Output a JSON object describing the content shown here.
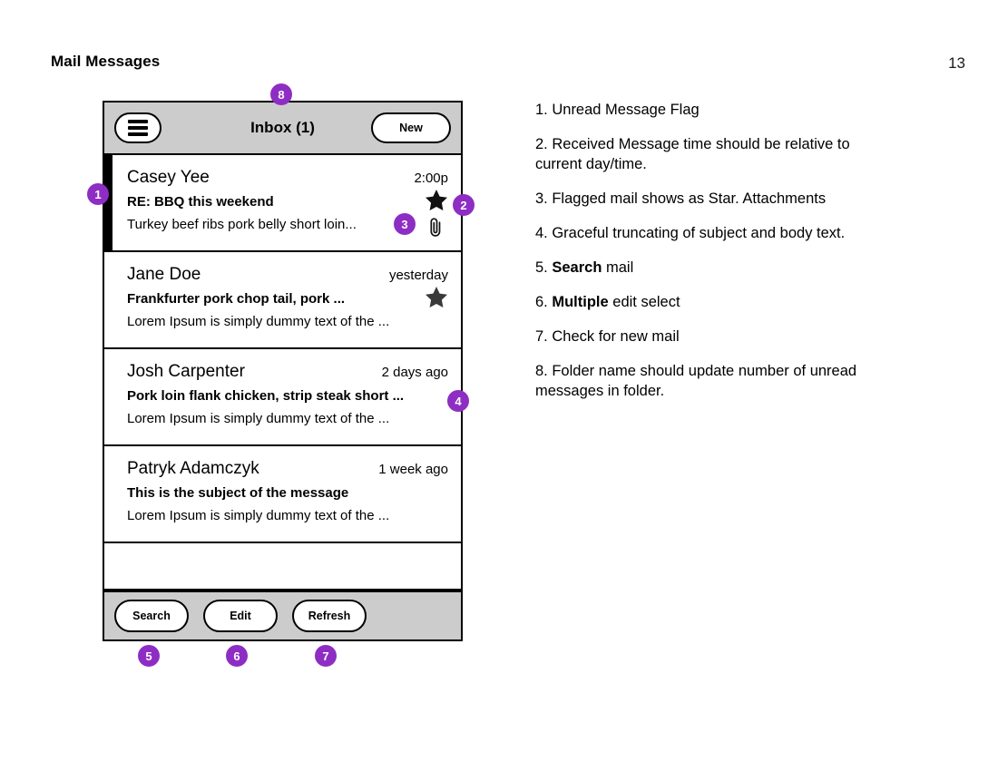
{
  "page": {
    "title": "Mail Messages",
    "number": "13"
  },
  "device": {
    "navbar": {
      "menu_icon": "hamburger-menu-icon",
      "title": "Inbox (1)",
      "new_label": "New"
    },
    "messages": [
      {
        "sender": "Casey Yee",
        "time": "2:00p",
        "subject": "RE: BBQ this weekend",
        "preview": "Turkey beef ribs pork belly short loin...",
        "unread": true,
        "starred": true,
        "attachment": true
      },
      {
        "sender": "Jane Doe",
        "time": "yesterday",
        "subject": "Frankfurter pork chop tail, pork ...",
        "preview": "Lorem Ipsum is simply dummy text of the ...",
        "unread": false,
        "starred": true,
        "attachment": false
      },
      {
        "sender": "Josh Carpenter",
        "time": "2 days ago",
        "subject": "Pork loin flank chicken, strip steak short ...",
        "preview": "Lorem Ipsum is simply dummy text of the ...",
        "unread": false,
        "starred": false,
        "attachment": false
      },
      {
        "sender": "Patryk Adamczyk",
        "time": "1 week ago",
        "subject": "This is the subject of the message",
        "preview": "Lorem Ipsum is simply dummy text of the ...",
        "unread": false,
        "starred": false,
        "attachment": false
      }
    ],
    "toolbar": {
      "search_label": "Search",
      "edit_label": "Edit",
      "refresh_label": "Refresh"
    }
  },
  "callouts": {
    "c1": "1",
    "c2": "2",
    "c3": "3",
    "c4": "4",
    "c5": "5",
    "c6": "6",
    "c7": "7",
    "c8": "8"
  },
  "notes": [
    {
      "num": "1.",
      "text": " Unread Message Flag",
      "bold": "",
      "tail": ""
    },
    {
      "num": "2.",
      "text": " Received Message time should be relative to current day/time.",
      "bold": "",
      "tail": ""
    },
    {
      "num": "3.",
      "text": " Flagged mail shows as Star.  Attachments",
      "bold": "",
      "tail": ""
    },
    {
      "num": "4.",
      "text": " Graceful truncating of subject and body text.",
      "bold": "",
      "tail": ""
    },
    {
      "num": "5.",
      "text": " ",
      "bold": "Search",
      "tail": " mail"
    },
    {
      "num": "6.",
      "text": " ",
      "bold": "Multiple",
      "tail": " edit select"
    },
    {
      "num": "7.",
      "text": " Check for new mail",
      "bold": "",
      "tail": ""
    },
    {
      "num": "8.",
      "text": " Folder name should update number of unread messages in folder.",
      "bold": "",
      "tail": ""
    }
  ],
  "theme": {
    "accent": "#8E2DC4",
    "chrome": "#cccccc",
    "ink": "#000000"
  }
}
